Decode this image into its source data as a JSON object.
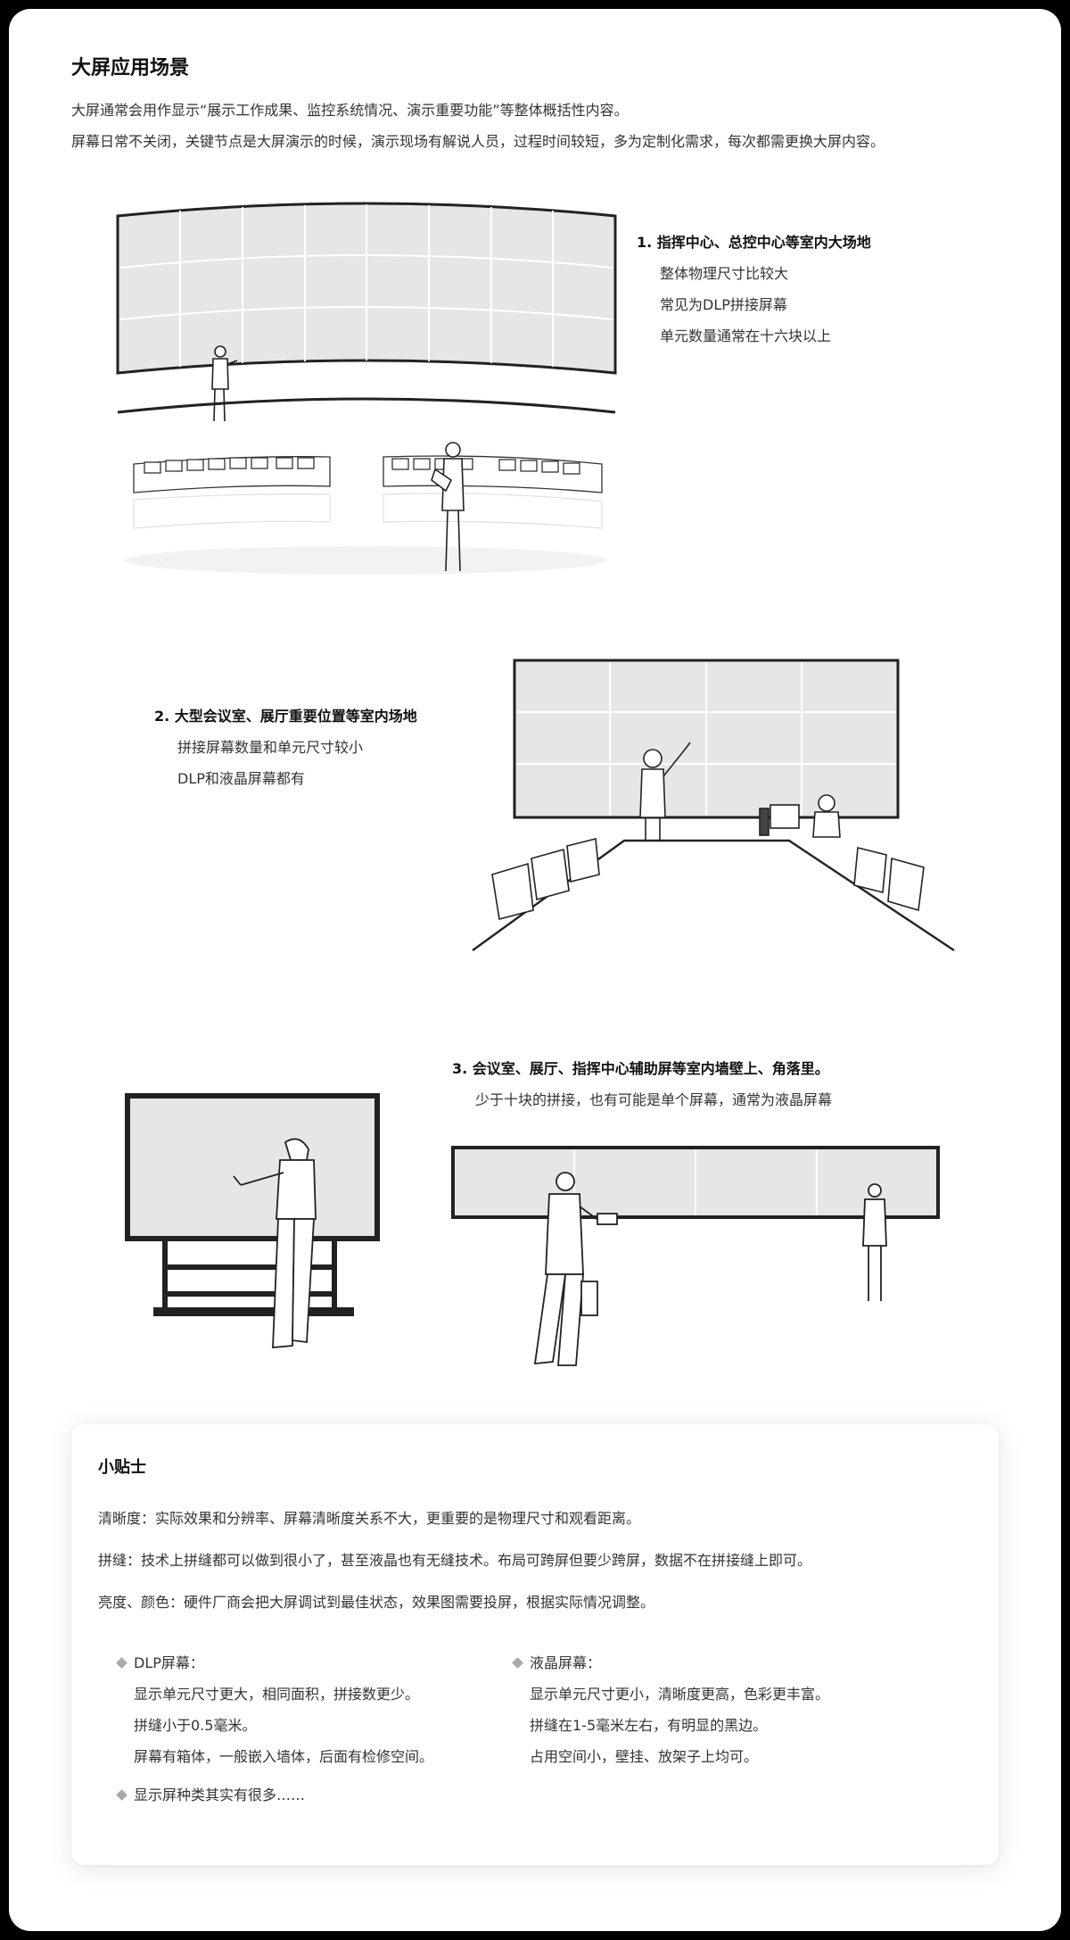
{
  "header": {
    "title": "大屏应用场景",
    "intro": [
      "大屏通常会用作显示“展示工作成果、监控系统情况、演示重要功能”等整体概括性内容。",
      "屏幕日常不关闭，关键节点是大屏演示的时候，演示现场有解说人员，过程时间较短，多为定制化需求，每次都需更换大屏内容。"
    ]
  },
  "scenes": [
    {
      "title": "1. 指挥中心、总控中心等室内大场地",
      "items": [
        "整体物理尺寸比较大",
        "常见为DLP拼接屏幕",
        "单元数量通常在十六块以上"
      ]
    },
    {
      "title": "2. 大型会议室、展厅重要位置等室内场地",
      "items": [
        "拼接屏幕数量和单元尺寸较小",
        "DLP和液晶屏幕都有"
      ]
    },
    {
      "title": "3. 会议室、展厅、指挥中心辅助屏等室内墙壁上、角落里。",
      "items": [
        "少于十块的拼接，也有可能是单个屏幕，通常为液晶屏幕"
      ]
    }
  ],
  "tips": {
    "title": "小贴士",
    "lines": [
      "清晰度：实际效果和分辨率、屏幕清晰度关系不大，更重要的是物理尺寸和观看距离。",
      "拼缝：技术上拼缝都可以做到很小了，甚至液晶也有无缝技术。布局可跨屏但要少跨屏，数据不在拼接缝上即可。",
      "亮度、颜色：硬件厂商会把大屏调试到最佳状态，效果图需要投屏，根据实际情况调整。"
    ],
    "dlp": {
      "title": "DLP屏幕：",
      "items": [
        "显示单元尺寸更大，相同面积，拼接数更少。",
        "拼缝小于0.5毫米。",
        "屏幕有箱体，一般嵌入墙体，后面有检修空间。"
      ]
    },
    "lcd": {
      "title": "液晶屏幕：",
      "items": [
        "显示单元尺寸更小，清晰度更高，色彩更丰富。",
        "拼缝在1-5毫米左右，有明显的黑边。",
        "占用空间小，壁挂、放架子上均可。"
      ]
    },
    "more": "显示屏种类其实有很多……"
  },
  "colors": {
    "screen_fill": "#e6e6e6",
    "line": "#222222",
    "diamond": "#aaaaaa"
  }
}
